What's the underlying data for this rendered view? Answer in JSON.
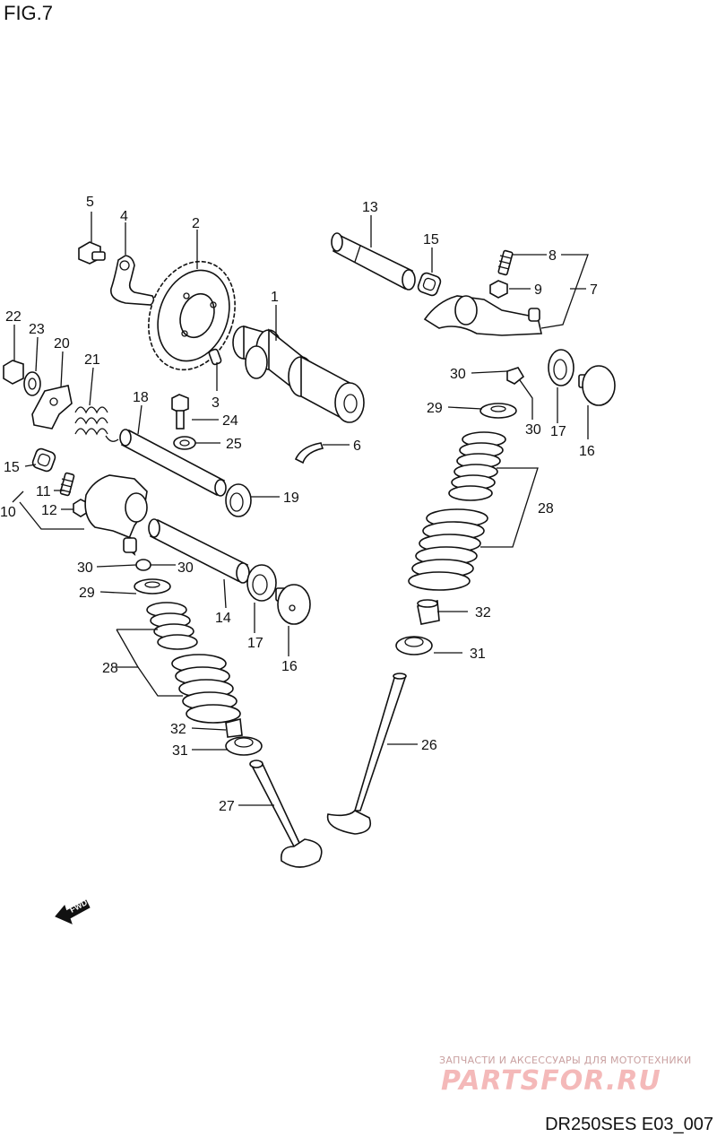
{
  "figure_title": "FIG.7",
  "footer_code": "DR250SES E03_007",
  "watermark": {
    "line1": "ЗАПЧАСТИ И АКСЕССУАРЫ ДЛЯ МОТОТЕХНИКИ",
    "logo": "PARTSFOR.RU"
  },
  "fwd_label": "FWD",
  "callouts": {
    "c1": "1",
    "c2": "2",
    "c3": "3",
    "c4": "4",
    "c5": "5",
    "c6": "6",
    "c7": "7",
    "c8": "8",
    "c9": "9",
    "c10": "10",
    "c11": "11",
    "c12": "12",
    "c13": "13",
    "c14": "14",
    "c15a": "15",
    "c15b": "15",
    "c16a": "16",
    "c16b": "16",
    "c17a": "17",
    "c17b": "17",
    "c18": "18",
    "c19": "19",
    "c20": "20",
    "c21": "21",
    "c22": "22",
    "c23": "23",
    "c24": "24",
    "c25": "25",
    "c26": "26",
    "c27": "27",
    "c28a": "28",
    "c28b": "28",
    "c29a": "29",
    "c29b": "29",
    "c30a": "30",
    "c30b": "30",
    "c30c": "30",
    "c30d": "30",
    "c31a": "31",
    "c31b": "31",
    "c32a": "32",
    "c32b": "32"
  }
}
